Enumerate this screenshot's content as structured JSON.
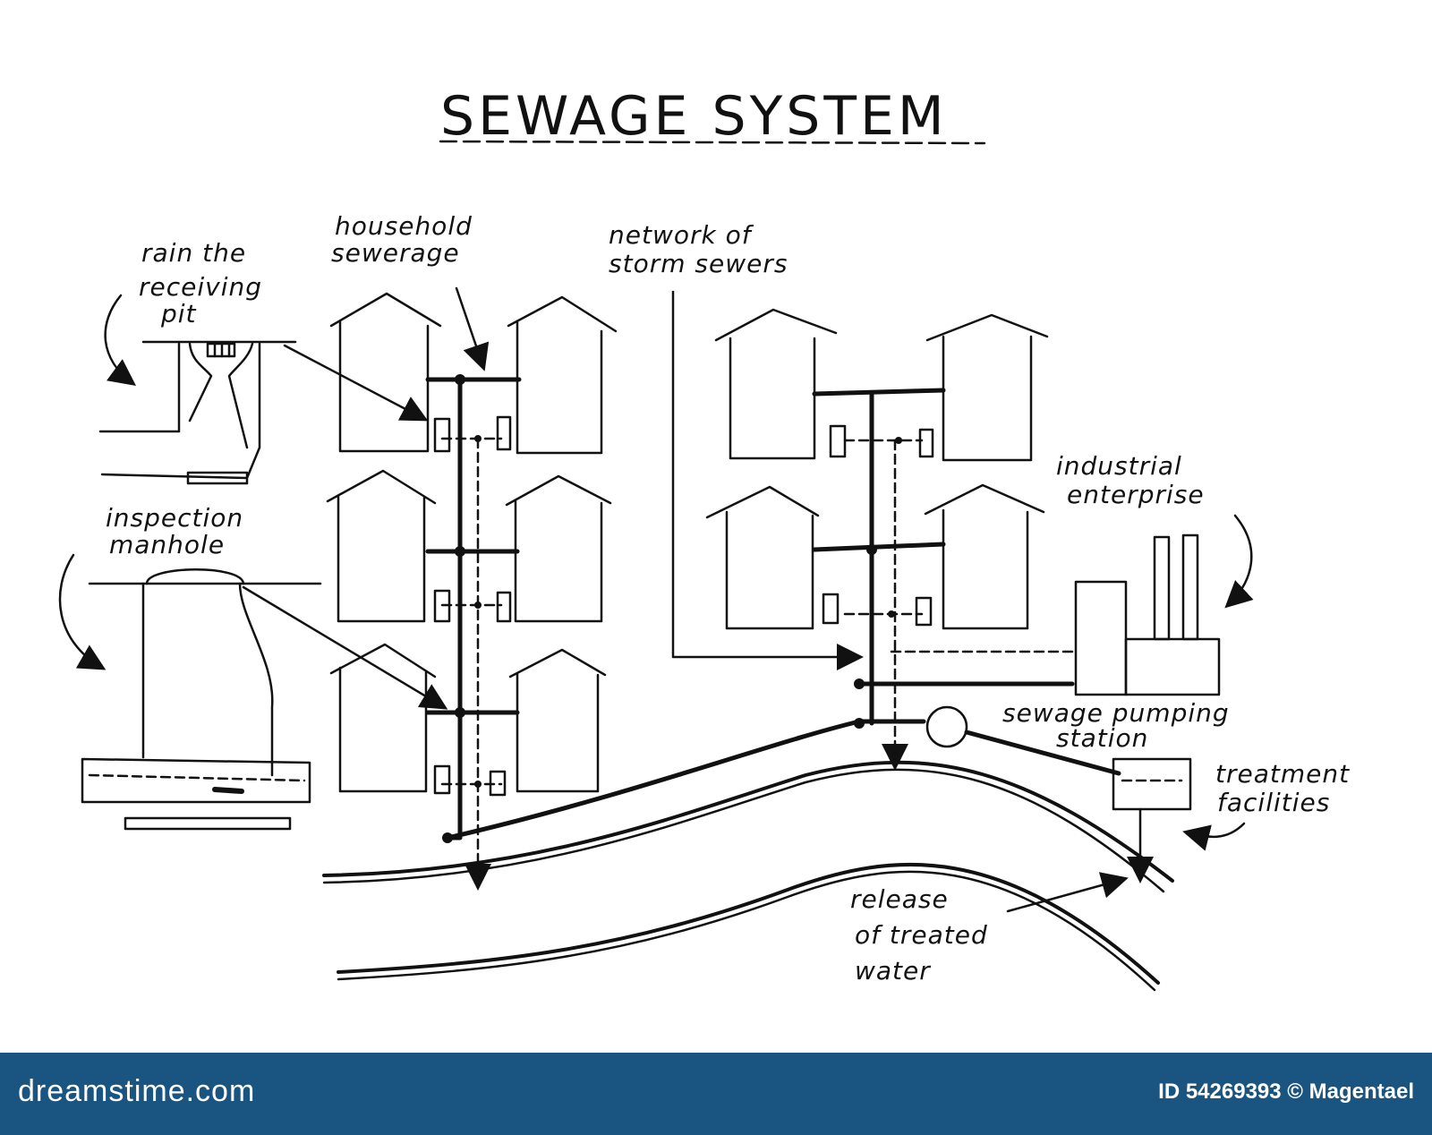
{
  "title": "SEWAGE SYSTEM",
  "labels": {
    "rain_pit": [
      "rain the",
      "receiving",
      "pit"
    ],
    "household": [
      "household",
      "sewerage"
    ],
    "storm": [
      "network of",
      "storm sewers"
    ],
    "industrial": [
      "industrial",
      "enterprise"
    ],
    "inspection": [
      "inspection",
      "manhole"
    ],
    "pumping": [
      "sewage pumping",
      "station"
    ],
    "treatment": [
      "treatment",
      "facilities"
    ],
    "release": [
      "release",
      "of treated",
      "water"
    ]
  },
  "footer": {
    "brand": "dreamstime.com",
    "credit": "ID 54269393 © Magentael"
  },
  "colors": {
    "ink": "#111111",
    "footer_bg": "#1a5480",
    "footer_text": "#ffffff"
  }
}
